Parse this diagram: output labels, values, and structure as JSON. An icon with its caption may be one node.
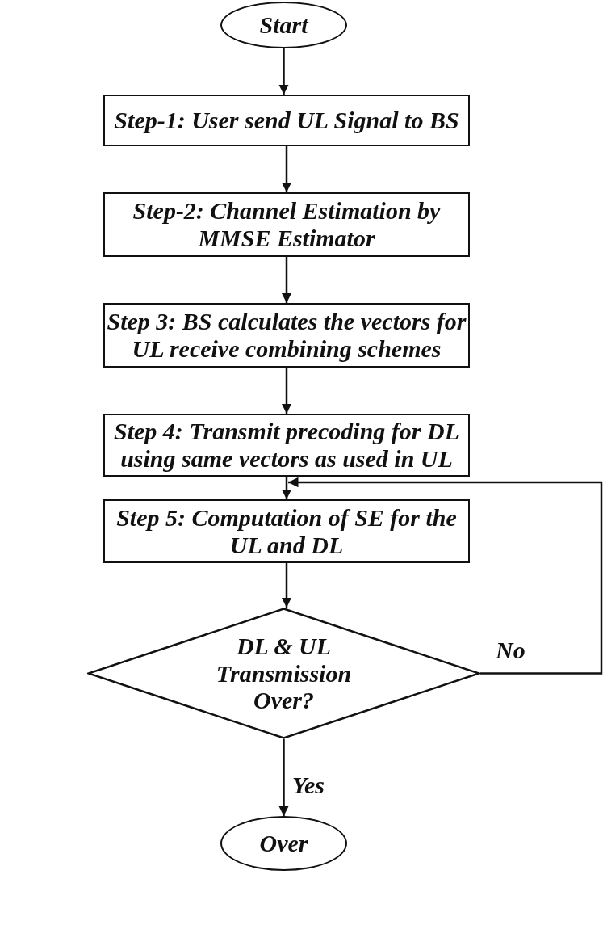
{
  "diagram": {
    "nodes": [
      {
        "text": [
          "Start"
        ]
      },
      {
        "text": [
          "Step-1: User send UL Signal to BS"
        ]
      },
      {
        "text": [
          "Step-2: Channel Estimation by MMSE Estimator"
        ]
      },
      {
        "text": [
          "Step 3: BS calculates the vectors for UL receive combining schemes"
        ]
      },
      {
        "text": [
          "Step 4: Transmit precoding for DL using same vectors as used in UL"
        ]
      },
      {
        "text": [
          "Step 5: Computation of SE for the UL and DL"
        ]
      },
      {
        "text": [
          "DL & UL Transmission Over?"
        ]
      },
      {
        "text": [
          "Over"
        ]
      }
    ],
    "edges": [
      {
        "from": 0,
        "to": 1,
        "arrow": "to"
      },
      {
        "from": 1,
        "to": 2,
        "arrow": "to"
      },
      {
        "from": 2,
        "to": 3,
        "arrow": "to"
      },
      {
        "from": 3,
        "to": 4,
        "arrow": "to"
      },
      {
        "from": 4,
        "to": 5,
        "arrow": "to"
      },
      {
        "from": 5,
        "to": 6,
        "arrow": "to"
      },
      {
        "from": 6,
        "to": 7,
        "arrow": "to",
        "label": "Yes"
      },
      {
        "from": 6,
        "to": 5,
        "arrow": "to",
        "label": "No"
      }
    ]
  }
}
